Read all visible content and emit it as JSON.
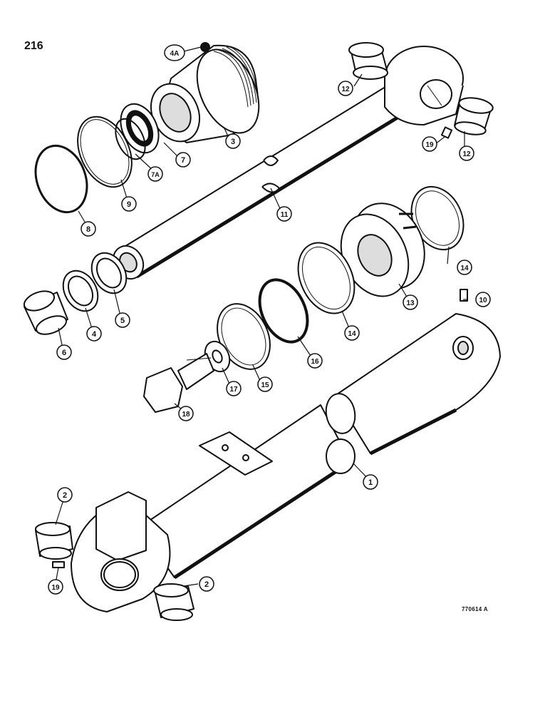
{
  "page_number": "216",
  "drawing_code": "770614 A",
  "callouts": {
    "c1": "1",
    "c2a": "2",
    "c2b": "2",
    "c3": "3",
    "c4": "4",
    "c4a": "4A",
    "c5": "5",
    "c6": "6",
    "c7": "7",
    "c7a": "7A",
    "c8": "8",
    "c9": "9",
    "c10": "10",
    "c11": "11",
    "c12a": "12",
    "c12b": "12",
    "c13": "13",
    "c14a": "14",
    "c14b": "14",
    "c15": "15",
    "c16": "16",
    "c17": "17",
    "c18": "18",
    "c19a": "19",
    "c19b": "19"
  },
  "colors": {
    "ink": "#111111",
    "paper": "#ffffff",
    "shade": "#d8d8d8"
  }
}
